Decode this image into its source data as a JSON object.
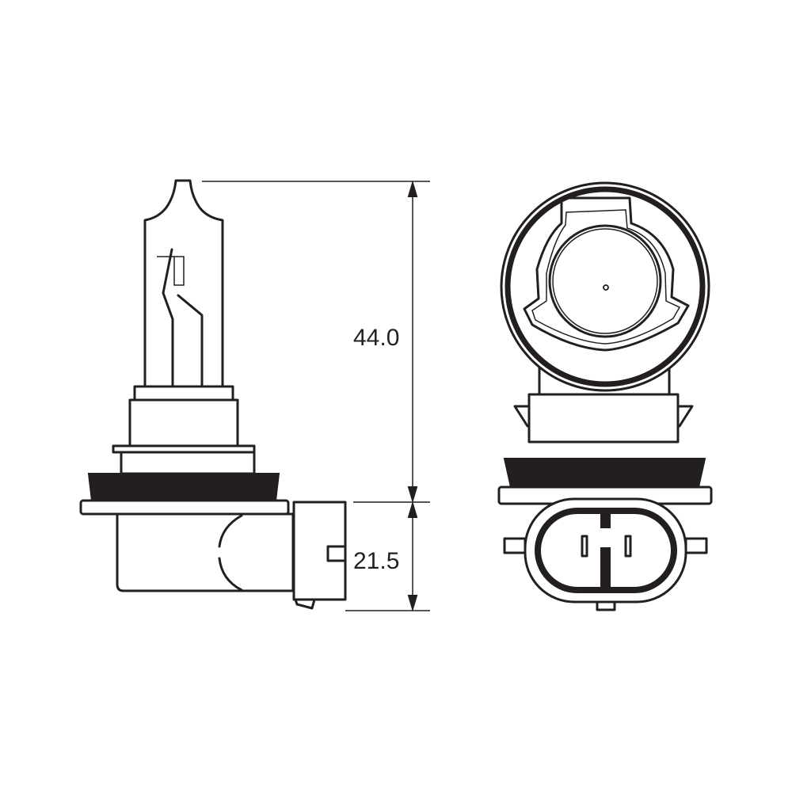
{
  "diagram": {
    "subject": "Halogen headlight bulb technical drawing",
    "views": [
      {
        "name": "side-view",
        "label": ""
      },
      {
        "name": "front-view",
        "label": ""
      }
    ],
    "dimensions": {
      "height_total": {
        "value": "44.0",
        "orientation": "vertical"
      },
      "height_base": {
        "value": "21.5",
        "orientation": "vertical"
      }
    },
    "colors": {
      "stroke": "#231f20",
      "background": "#ffffff"
    }
  }
}
